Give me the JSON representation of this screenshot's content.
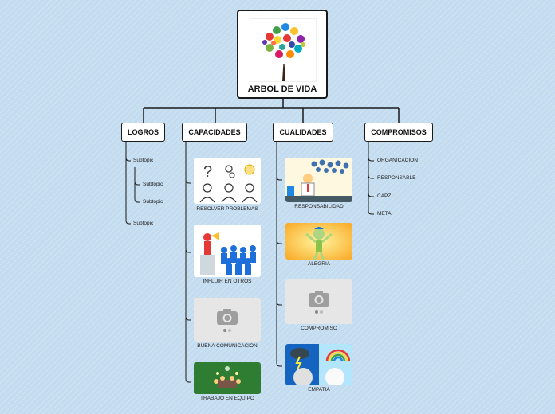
{
  "root": {
    "title": "ARBOL DE VIDA",
    "image_icon": "tree-of-life-icon"
  },
  "branches": {
    "logros": {
      "label": "LOGROS",
      "items": [
        "Subtopic",
        "Subtopic",
        "Subtopic",
        "Subtopic"
      ]
    },
    "capacidades": {
      "label": "CAPACIDADES",
      "items": [
        "RESOLVER PROBLEMAS",
        "INFLUIR EN OTROS",
        "BUENA COMUNICACION",
        "TRABAJO EN EQUIPO"
      ]
    },
    "cualidades": {
      "label": "CUALIDADES",
      "items": [
        "RESPONSABILIDAD",
        "ALEGRIA",
        "COMPROMISO",
        "EMPATIA"
      ]
    },
    "compromisos": {
      "label": "COMPROMISOS",
      "items": [
        "ORGANICACION",
        "RESPONSABLE",
        "CAPZ",
        "META"
      ]
    }
  },
  "colors": {
    "background": "#c4dcef",
    "line": "#1a1a1a",
    "placeholder": "#e6e6e6"
  }
}
